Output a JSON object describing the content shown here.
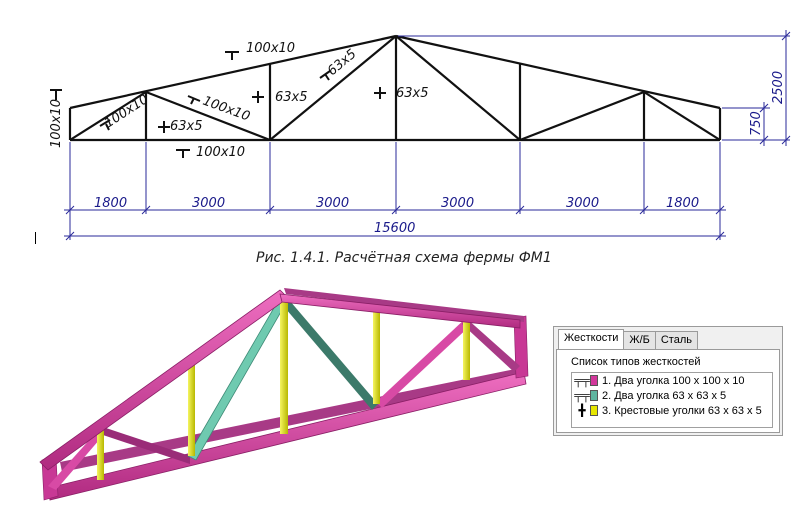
{
  "scheme": {
    "dimensions": {
      "spans": [
        "1800",
        "3000",
        "3000",
        "3000",
        "3000",
        "1800"
      ],
      "total": "15600",
      "height_total": "2500",
      "height_end": "750"
    },
    "profile_labels": {
      "top_chord": "100x10",
      "bottom_chord": "100x10",
      "end_post": "100x10",
      "diag_1": "100x10",
      "diag_2": "100x10",
      "diag_3": "63x5",
      "post_1": "63x5",
      "post_2": "63x5",
      "post_3": "63x5"
    },
    "caption": "Рис. 1.4.1. Расчётная схема фермы ФМ1"
  },
  "colors": {
    "magenta": "#d2379b",
    "green": "#3c7a6a",
    "teal": "#6fcab0",
    "yellow": "#e6e600",
    "dim_line": "#2a2a9a"
  },
  "panel": {
    "tabs": [
      "Жесткости",
      "Ж/Б",
      "Сталь"
    ],
    "active_tab": "Жесткости",
    "list_title": "Список типов жесткостей",
    "items": [
      {
        "symbol": "╤╤",
        "color": "#d2379b",
        "label": "1. Два уголка 100 x 100 x 10"
      },
      {
        "symbol": "╤╤",
        "color": "#5fb5a0",
        "label": "2. Два уголка 63 x 63 x 5"
      },
      {
        "symbol": "╋",
        "color": "#e6e600",
        "label": "3. Крестовые уголки 63 x 63 x 5"
      }
    ]
  }
}
